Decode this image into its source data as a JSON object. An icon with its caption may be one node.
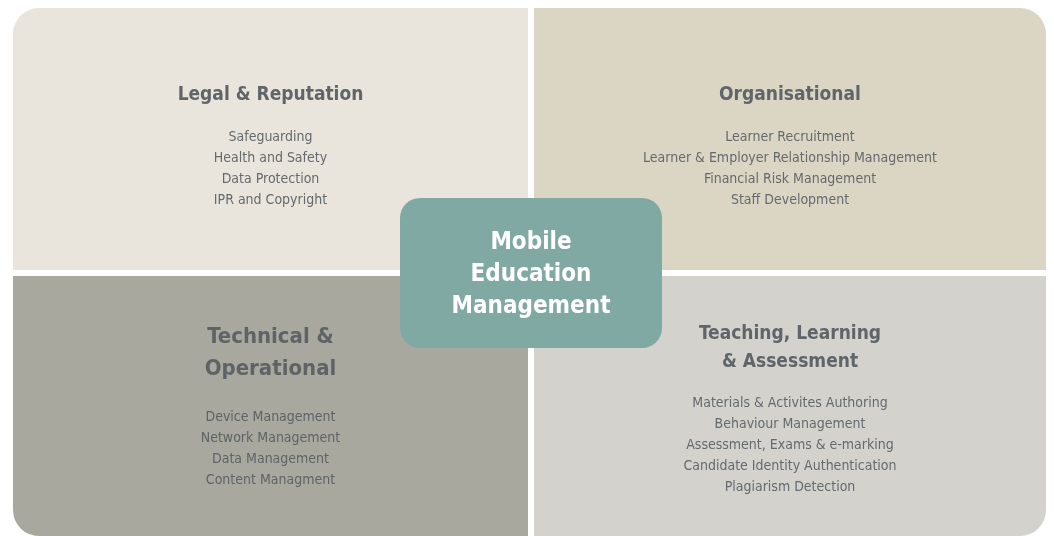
{
  "diagram": {
    "nodes": [
      {
        "text": [
          "Legal & Reputation",
          "Safeguarding",
          "Health and Safety",
          "Data Protection",
          "IPR and Copyright"
        ]
      },
      {
        "text": [
          "Organisational",
          "Learner Recruitment",
          "Learner & Employer Relationship Management",
          "Financial Risk Management",
          "Staff Development"
        ]
      },
      {
        "text": [
          "Technical & Operational",
          "Device Management",
          "Network Management",
          "Data Management",
          "Content Managment"
        ]
      },
      {
        "text": [
          "Teaching, Learning & Assessment",
          "Materials & Activites Authoring",
          "Behaviour Management",
          "Assessment, Exams & e-marking",
          "Candidate Identity Authentication",
          "Plagiarism Detection"
        ]
      },
      {
        "text": [
          "Mobile Education Management"
        ]
      }
    ]
  }
}
